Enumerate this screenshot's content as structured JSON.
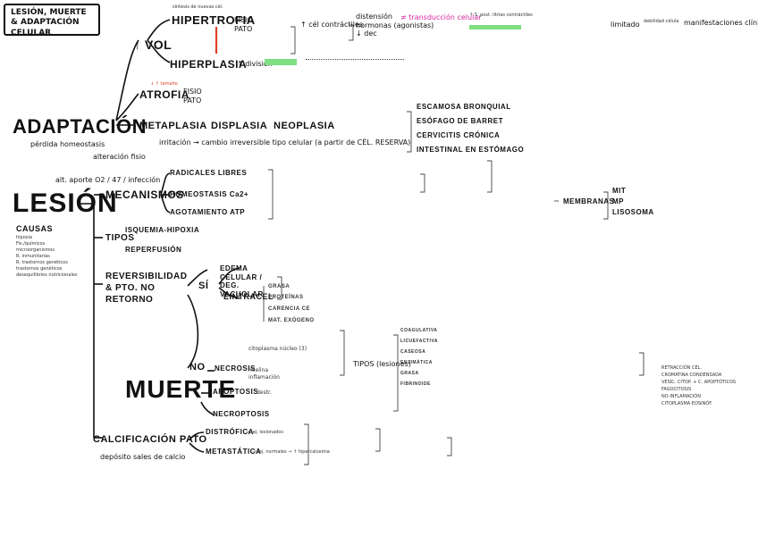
{
  "title": "LESIÓN, MUERTE & ADAPTACIÓN CELULAR",
  "adaptacion": {
    "label": "ADAPTACIÓN",
    "sub_left": "pérdida homeostasis",
    "sub_right": "alteración fisio",
    "vol_up": "↑ VOL",
    "hipertrofia": "HIPERTROFIA",
    "hipertrofia_note": "síntesis de nuevas cél.",
    "fisio_pato_1": "FISIO\nPATO",
    "contractiles": "↑ cél contráctiles",
    "dist_items": "distensión\nhormonas (agonistas)\n↓ dec",
    "transduccion": "≠ transducción celular",
    "right_notes_1": "↑ S. post. lítrias contráctiles",
    "limitado": "limitado",
    "debilidad": "debilidad célula",
    "manifestaciones": "manifestaciones clínicas",
    "hiperplasia": "HIPERPLASIA",
    "division": "↑ división",
    "atrofia": "ATROFIA",
    "fisio_pato_2": "FISIO\nPATO",
    "atrofia_note": "↓ ↑ tamaño",
    "metaplasia": "METAPLASIA",
    "displasia": "DISPLASIA",
    "neoplasia": "NEOPLASIA",
    "irritacion": "irritación → cambio irreversible tipo celular (a partir de CÉL. RESERVA)",
    "escamosa": "ESCAMOSA BRONQUIAL",
    "esofago": "ESÓFAGO DE BARRET",
    "cervicitis": "CERVICITIS CRÓNICA",
    "intestinal": "INTESTINAL EN ESTÓMAGO"
  },
  "lesion": {
    "label": "LESIÓN",
    "alt": "alt. aporte O2 / 47 / infección",
    "causas": "CAUSAS",
    "causas_list": [
      "hipoxia",
      "Fis./químicos",
      "microorganismos",
      "R. inmunitarias",
      "R. trastornos genéticos",
      "trastornos genéticos",
      "desequilibrios nutricionales"
    ],
    "mecanismos": "MECANISMOS",
    "radicales": "RADICALES LIBRES",
    "homeostasis": "HOMEOSTASIS Ca2+",
    "agotamiento": "AGOTAMIENTO ATP",
    "tipos": "TIPOS",
    "isquemia": "ISQUEMIA-HIPOXIA",
    "reperfusion": "REPERFUSIÓN",
    "reversibilidad": "REVERSIBILIDAD & PTO. NO RETORNO",
    "si": "SÍ",
    "edema": "EDEMA CELULAR / DEG. VACUOLAR",
    "eintracel": "EINTRACEL",
    "grasa": "GRASA",
    "proteinas": "PROTEÍNAS",
    "carencia": "CARENCIA CE",
    "mat_exogeno": "MAT. EXÓGENO",
    "membranas": "MEMBRANAS",
    "mit": "MIT",
    "mp": "MP",
    "lisosoma": "LISOSOMA"
  },
  "muerte": {
    "label": "MUERTE",
    "no": "NO",
    "necrosis": "NECROSIS",
    "citoplasma": "citoplasma núcleo (3)",
    "mielina": "mielina",
    "inflamacion": "inflamación",
    "tipos_lesiones": "TIPOS (lesiones)",
    "coagulativa": "COAGULATIVA",
    "licuefactiva": "LICUEFACTIVA",
    "caseosa": "CASEOSA",
    "enzimatica": "ENZIMÁTICA",
    "grasa": "GRASA",
    "fibrinoide": "FIBRINOIDE",
    "apoptosis": "APOPTOSIS",
    "apoptosis_note": "destr.",
    "necroptosis": "NECROPTOSIS",
    "right_list": [
      "RETRACCIÓN CEL.",
      "CROMATINA CONDENSADA",
      "VESÍC. CITOP. + C. APOPTÓTICOS",
      "FAGOCITOSIS",
      "NO INFLAMACIÓN",
      "CITOPLASMA EOSINÓF."
    ]
  },
  "calcificacion": {
    "label": "CALCIFICACIÓN PATO",
    "deposito": "depósito sales de calcio",
    "distrofica": "DISTRÓFICA",
    "metastatica": "METASTÁTICA",
    "dist_note": "→ tej. lesionados",
    "meta_note": "→ tej. normales → ↑ hipercalcemia"
  }
}
